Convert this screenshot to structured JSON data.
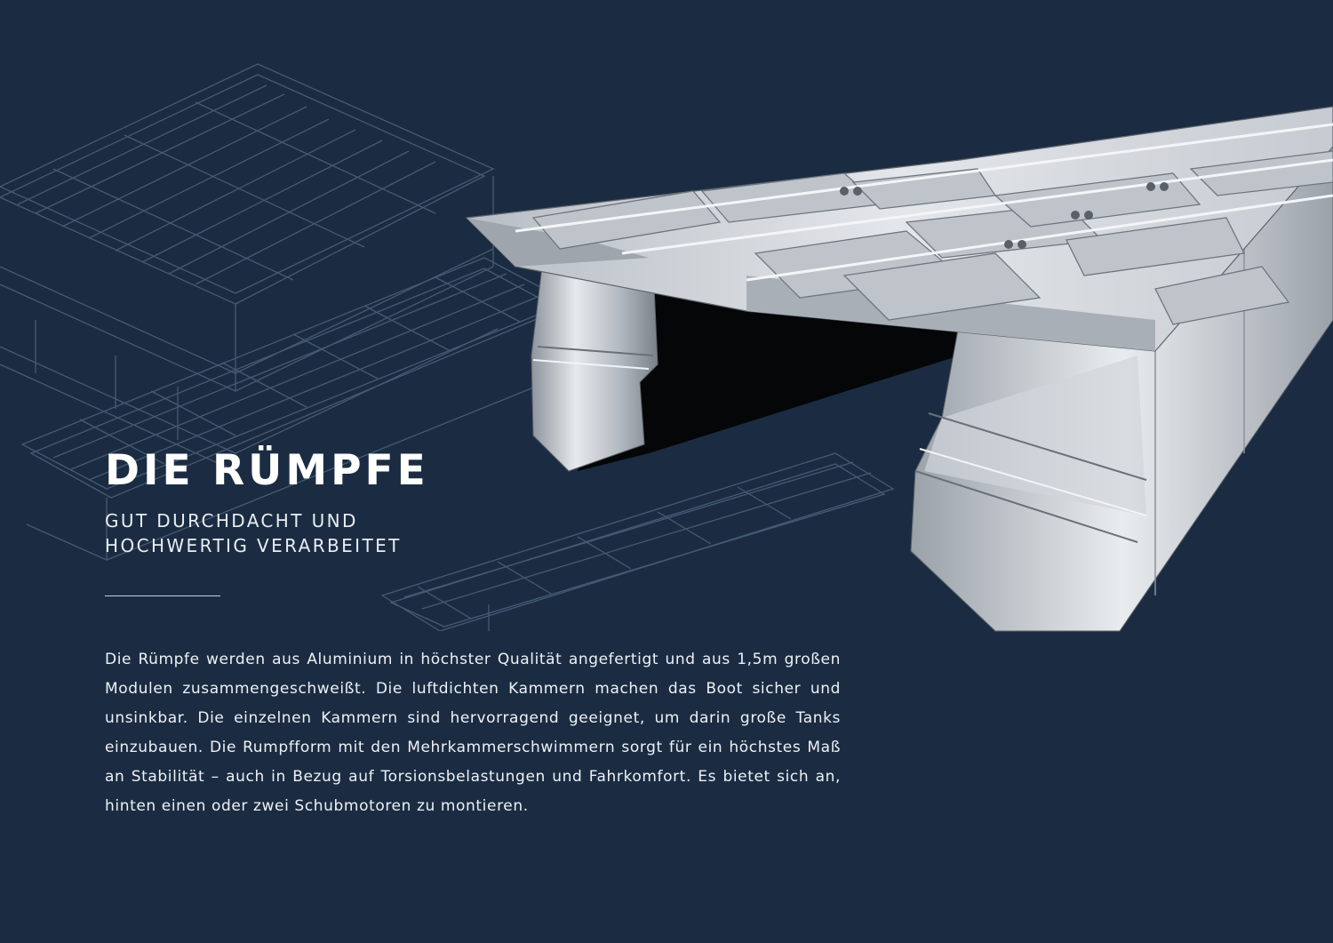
{
  "section": {
    "title": "DIE RÜMPFE",
    "subtitle_line1": "GUT DURCHDACHT UND",
    "subtitle_line2": "HOCHWERTIG VERARBEITET",
    "body": "Die Rümpfe werden aus Aluminium in höchster Qualität angefertigt und aus 1,5m großen Modulen zusammengeschweißt. Die luftdichten Kammern machen das Boot sicher und unsinkbar. Die einzelnen Kammern sind hervorragend geeignet, um darin große Tanks einzubauen. Die Rumpfform mit den Mehrkammerschwimmern sorgt für ein höchstes Maß an Stabilität – auch in Bezug auf Torsionsbelastungen und Fahrkomfort. Es bietet sich an, hinten einen oder zwei Schubmotoren zu montieren."
  },
  "colors": {
    "background": "#1b2c42",
    "blueprint_lines": "#4a5f7a",
    "aluminium_light": "#d9dde2",
    "aluminium_dark": "#7d848c"
  },
  "images": {
    "blueprint": "hull-blueprint-drawing",
    "photo": "aluminium-pontoon-hull"
  }
}
